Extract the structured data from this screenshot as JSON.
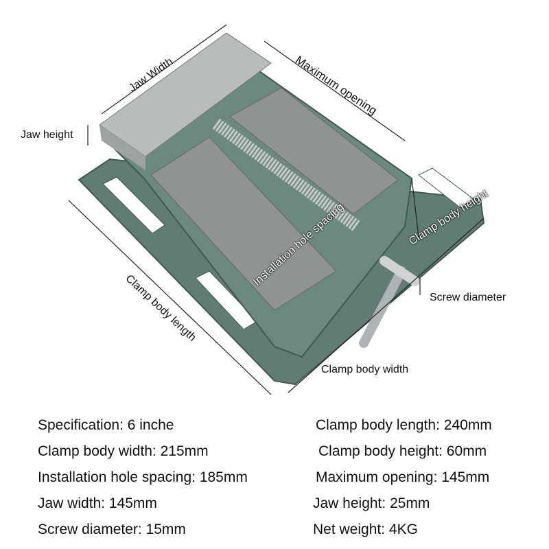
{
  "diagram": {
    "labels": {
      "jaw_width": "Jaw Width",
      "maximum_opening": "Maximum opening",
      "jaw_height": "Jaw height",
      "clamp_body_height": "Clamp body height",
      "installation_hole_spacing": "Installation hole spacing",
      "clamp_body_length": "Clamp body length",
      "screw_diameter": "Screw diameter",
      "clamp_body_width": "Clamp body width"
    },
    "colors": {
      "body": "#5f7d75",
      "jaw": "#b9bcbd",
      "plate": "#8f9394"
    }
  },
  "specs": {
    "left": [
      "Specification: 6 inche",
      "Clamp body width: 215mm",
      "Installation hole spacing: 185mm",
      "Jaw width: 145mm",
      "Screw diameter: 15mm"
    ],
    "right": [
      "Clamp body length: 240mm",
      "Clamp body height: 60mm",
      "Maximum opening: 145mm",
      "Jaw height: 25mm",
      "Net weight: 4KG"
    ]
  }
}
